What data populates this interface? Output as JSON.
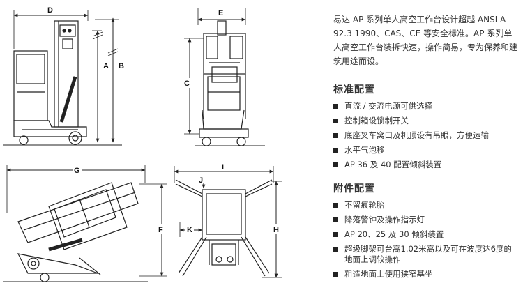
{
  "labels": {
    "d": "D",
    "a": "A",
    "b": "B",
    "c": "C",
    "e": "E",
    "g": "G",
    "f": "F",
    "i": "I",
    "j": "J",
    "k": "K",
    "h": "H"
  },
  "intro": "易达 AP 系列单人高空工作台设计超越 ANSI A-92.3 1990、CAS、CE 等安全标准。AP 系列单人高空工作台装拆快速，操作简易，专为保养和建筑用途而设。",
  "standard": {
    "title": "标准配置",
    "items": [
      "直流 / 交流电源可供选择",
      "控制箱设锁制开关",
      "底座叉车窝口及机顶设有吊眼，方便运输",
      "水平气泡移",
      "AP 36 及 40 配置倾斜装置"
    ]
  },
  "accessory": {
    "title": "附件配置",
    "items": [
      "不留痕轮胎",
      "降落警钟及操作指示灯",
      "AP 20、25 及 30 倾斜装置",
      "超级脚架可台高1.02米高以及可在波度达6度的地面上调较操作",
      "粗造地面上使用狭窄基坐"
    ]
  }
}
